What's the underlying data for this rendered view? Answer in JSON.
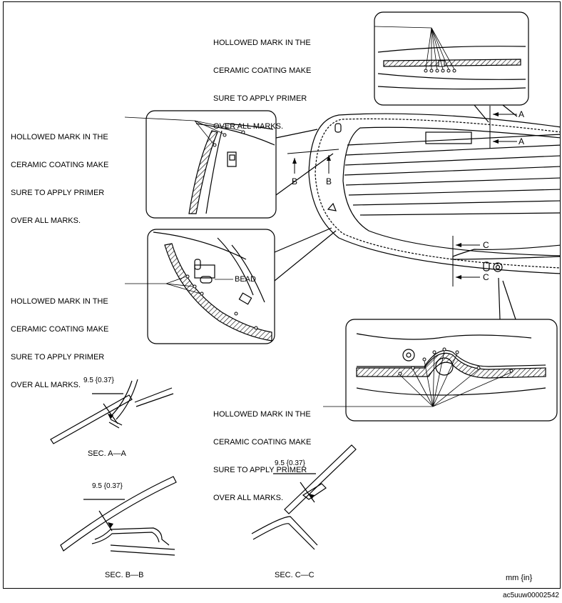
{
  "callouts": {
    "top": [
      "HOLLOWED MARK IN THE",
      "CERAMIC COATING MAKE",
      "SURE TO APPLY PRIMER",
      "OVER ALL MARKS."
    ],
    "upper_left": [
      "HOLLOWED MARK IN THE",
      "CERAMIC COATING MAKE",
      "SURE TO APPLY PRIMER",
      "OVER ALL MARKS."
    ],
    "lower_left": [
      "HOLLOWED MARK IN THE",
      "CERAMIC COATING MAKE",
      "SURE TO APPLY PRIMER",
      "OVER ALL MARKS."
    ],
    "bottom": [
      "HOLLOWED MARK IN THE",
      "CERAMIC COATING MAKE",
      "SURE TO APPLY PRIMER",
      "OVER ALL MARKS."
    ]
  },
  "bead_label": "BEAD",
  "section_letters": {
    "a1": "A",
    "a2": "A",
    "b1": "B",
    "b2": "B",
    "c1": "C",
    "c2": "C"
  },
  "sections": {
    "aa": "SEC. A—A",
    "bb": "SEC. B—B",
    "cc": "SEC. C—C"
  },
  "dimensions": {
    "aa": "9.5 {0.37}",
    "bb": "9.5 {0.37}",
    "cc": "9.5 {0.37}"
  },
  "units": "mm {in}",
  "doc_id": "ac5uuw00002542"
}
